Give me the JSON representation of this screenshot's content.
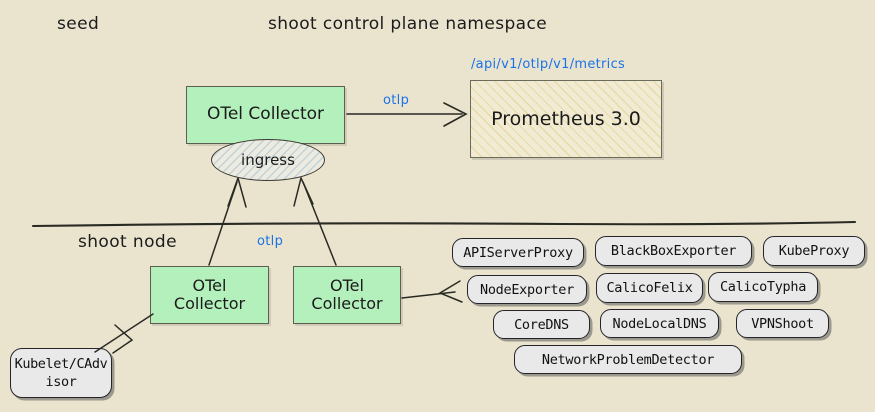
{
  "diagram": {
    "background_color": "#EAE4CF",
    "accent_blue": "#1a73e8",
    "green_fill": "#B3F0BC",
    "pill_fill": "#E9E9E9",
    "zones": {
      "seed_label": "seed",
      "namespace_label": "shoot control plane namespace",
      "node_label": "shoot node"
    },
    "seed_layer": {
      "otel_collector_label": "OTel Collector",
      "ingress_label": "ingress",
      "prometheus_label": "Prometheus 3.0",
      "metrics_path_label": "/api/v1/otlp/v1/metrics",
      "otlp_edge_label": "otlp"
    },
    "node_layer": {
      "otel_collector_left_label": "OTel\nCollector",
      "otel_collector_left_line1": "OTel",
      "otel_collector_left_line2": "Collector",
      "otel_collector_right_line1": "OTel",
      "otel_collector_right_line2": "Collector",
      "otlp_edge_label": "otlp",
      "kubelet_label": "Kubelet/CAdvisor"
    },
    "components": [
      {
        "id": "apiserverproxy",
        "label": "APIServerProxy"
      },
      {
        "id": "blackboxexporter",
        "label": "BlackBoxExporter"
      },
      {
        "id": "kubeproxy",
        "label": "KubeProxy"
      },
      {
        "id": "nodeexporter",
        "label": "NodeExporter"
      },
      {
        "id": "calicofelix",
        "label": "CalicoFelix"
      },
      {
        "id": "calicotypha",
        "label": "CalicoTypha"
      },
      {
        "id": "coredns",
        "label": "CoreDNS"
      },
      {
        "id": "nodelocaldns",
        "label": "NodeLocalDNS"
      },
      {
        "id": "vpnshoot",
        "label": "VPNShoot"
      },
      {
        "id": "networkproblemdetector",
        "label": "NetworkProblemDetector"
      }
    ]
  }
}
